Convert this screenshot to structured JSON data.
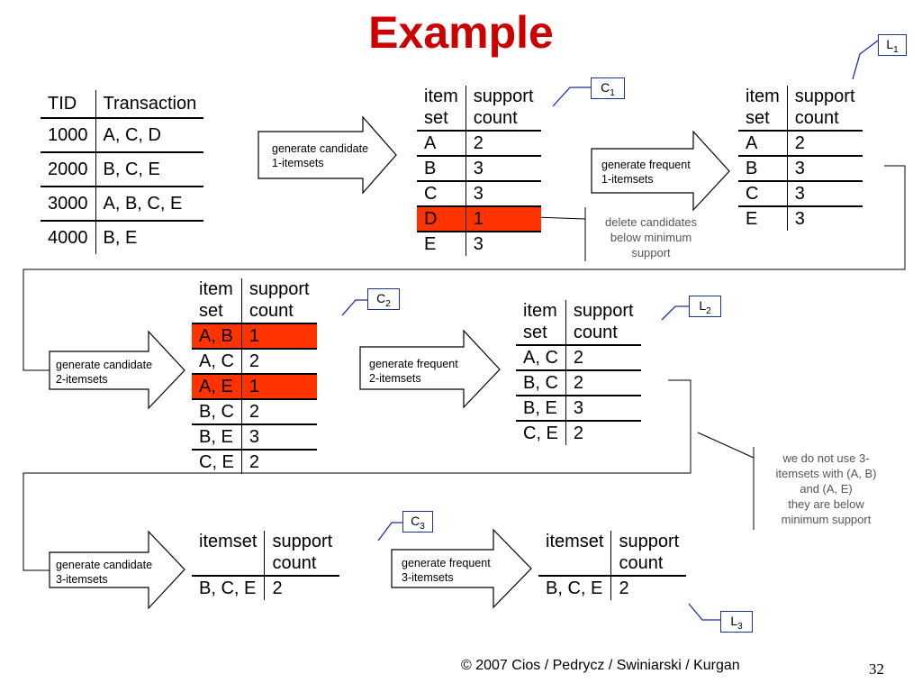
{
  "title": "Example",
  "transactions": {
    "headers": [
      "TID",
      "Transaction"
    ],
    "rows": [
      [
        "1000",
        "A, C, D"
      ],
      [
        "2000",
        "B, C, E"
      ],
      [
        "3000",
        "A, B, C, E"
      ],
      [
        "4000",
        "B, E"
      ]
    ]
  },
  "c1": {
    "label_main": "C",
    "label_sub": "1",
    "header": [
      "item\nset",
      "support\ncount"
    ],
    "rows": [
      [
        "A",
        "2"
      ],
      [
        "B",
        "3"
      ],
      [
        "C",
        "3"
      ],
      [
        "D",
        "1"
      ],
      [
        "E",
        "3"
      ]
    ],
    "highlight_rows": [
      3
    ]
  },
  "l1": {
    "label_main": "L",
    "label_sub": "1",
    "header": [
      "item\nset",
      "support\ncount"
    ],
    "rows": [
      [
        "A",
        "2"
      ],
      [
        "B",
        "3"
      ],
      [
        "C",
        "3"
      ],
      [
        "E",
        "3"
      ]
    ]
  },
  "c2": {
    "label_main": "C",
    "label_sub": "2",
    "header": [
      "item\nset",
      "support\ncount"
    ],
    "rows": [
      [
        "A, B",
        "1"
      ],
      [
        "A, C",
        "2"
      ],
      [
        "A, E",
        "1"
      ],
      [
        "B, C",
        "2"
      ],
      [
        "B, E",
        "3"
      ],
      [
        "C, E",
        "2"
      ]
    ],
    "highlight_rows": [
      0,
      2
    ]
  },
  "l2": {
    "label_main": "L",
    "label_sub": "2",
    "header": [
      "item\nset",
      "support\ncount"
    ],
    "rows": [
      [
        "A, C",
        "2"
      ],
      [
        "B, C",
        "2"
      ],
      [
        "B, E",
        "3"
      ],
      [
        "C, E",
        "2"
      ]
    ]
  },
  "c3": {
    "label_main": "C",
    "label_sub": "3",
    "header": [
      "itemset",
      "support\ncount"
    ],
    "rows": [
      [
        "B, C, E",
        "2"
      ]
    ]
  },
  "l3": {
    "label_main": "L",
    "label_sub": "3",
    "header": [
      "itemset",
      "support\ncount"
    ],
    "rows": [
      [
        "B, C, E",
        "2"
      ]
    ]
  },
  "arrows": {
    "cand1": "generate candidate\n1-itemsets",
    "freq1": "generate frequent\n1-itemsets",
    "cand2": "generate candidate\n2-itemsets",
    "freq2": "generate frequent\n2-itemsets",
    "cand3": "generate candidate\n3-itemsets",
    "freq3": "generate frequent\n3-itemsets"
  },
  "notes": {
    "delete": "delete candidates\nbelow minimum\nsupport",
    "no3": "we do not use 3-\nitemsets with (A, B)\nand (A, E)\nthey are below\nminimum support"
  },
  "footer": {
    "credit": "© 2007 Cios / Pedrycz / Swiniarski / Kurgan",
    "page": "32"
  },
  "colors": {
    "title": "#cc0000",
    "highlight": "#ff3300",
    "label_border": "#1a2fa0",
    "note_text": "#555555"
  }
}
